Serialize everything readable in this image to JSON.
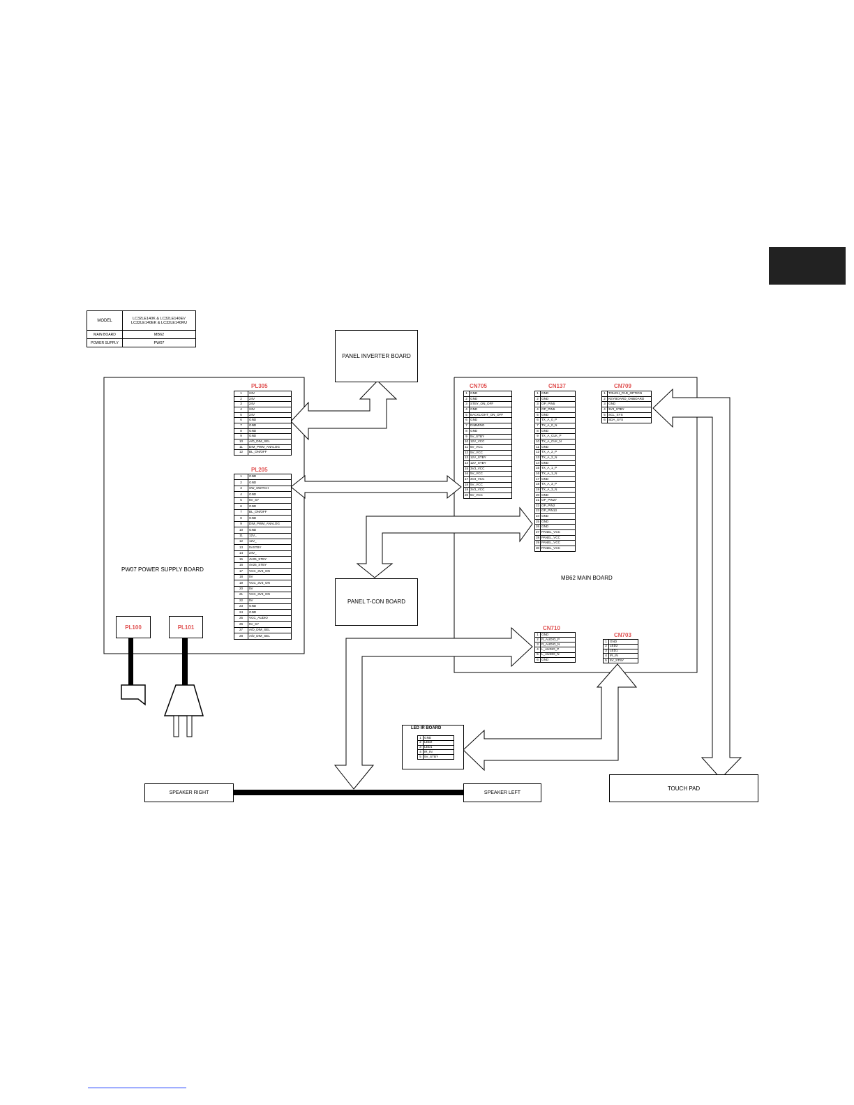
{
  "model_table": {
    "model_label": "MODEL",
    "model_value_1": "LC32LE140K & LC32LE140EV",
    "model_value_2": "LC32LE140EK & LC32LE140RU",
    "main_board_label": "MAIN BOARD",
    "main_board_value": "MB62",
    "power_supply_label": "POWER SUPPLY",
    "power_supply_value": "PW07"
  },
  "boards": {
    "panel_inverter": "PANEL INVERTER BOARD",
    "power_supply": "PW07 POWER SUPPLY BOARD",
    "main_board": "MB62 MAIN BOARD",
    "panel_tcon": "PANEL T-CON BOARD",
    "led_ir": "LED IR BOARD",
    "touch_pad": "TOUCH PAD",
    "speaker_right": "SPEAKER RIGHT",
    "speaker_left": "SPEAKER LEFT"
  },
  "plugs": {
    "pl100": "PL100",
    "pl101": "PL101"
  },
  "connectors": {
    "pl305": {
      "name": "PL305",
      "pins": [
        {
          "n": "1",
          "s": "24V"
        },
        {
          "n": "2",
          "s": "24V"
        },
        {
          "n": "3",
          "s": "24V"
        },
        {
          "n": "4",
          "s": "24V"
        },
        {
          "n": "5",
          "s": "24V"
        },
        {
          "n": "6",
          "s": "GND"
        },
        {
          "n": "7",
          "s": "GND"
        },
        {
          "n": "8",
          "s": "GND"
        },
        {
          "n": "9",
          "s": "GND"
        },
        {
          "n": "10",
          "s": "A/D_DIM_SEL"
        },
        {
          "n": "11",
          "s": "DIM_PWM_ANALOG"
        },
        {
          "n": "12",
          "s": "BL_ON/OFF"
        }
      ]
    },
    "pl205": {
      "name": "PL205",
      "pins": [
        {
          "n": "1",
          "s": "GND"
        },
        {
          "n": "2",
          "s": "GND"
        },
        {
          "n": "3",
          "s": "SW_SWITCH"
        },
        {
          "n": "4",
          "s": "GND"
        },
        {
          "n": "5",
          "s": "5V_SY"
        },
        {
          "n": "6",
          "s": "GND"
        },
        {
          "n": "7",
          "s": "BL_ON/OFF"
        },
        {
          "n": "8",
          "s": "GND"
        },
        {
          "n": "9",
          "s": "DIM_PWM_ANALOG"
        },
        {
          "n": "10",
          "s": "GND"
        },
        {
          "n": "11",
          "s": "12V_"
        },
        {
          "n": "12",
          "s": "12V_"
        },
        {
          "n": "13",
          "s": "5VSTBY"
        },
        {
          "n": "14",
          "s": "24V_"
        },
        {
          "n": "15",
          "s": "4V25_STBY"
        },
        {
          "n": "16",
          "s": "4V25_STBY"
        },
        {
          "n": "17",
          "s": "VCC_3V3_ON"
        },
        {
          "n": "18",
          "s": "5V"
        },
        {
          "n": "19",
          "s": "VCC_3V3_ON"
        },
        {
          "n": "20",
          "s": "5V"
        },
        {
          "n": "21",
          "s": "VCC_3V3_ON"
        },
        {
          "n": "22",
          "s": "5V"
        },
        {
          "n": "23",
          "s": "GND"
        },
        {
          "n": "24",
          "s": "GND"
        },
        {
          "n": "25",
          "s": "VCC_AUDIO"
        },
        {
          "n": "26",
          "s": "5V_SY"
        },
        {
          "n": "27",
          "s": "A/D_DIM_SEL"
        },
        {
          "n": "28",
          "s": "A/D_DIM_SEL"
        }
      ]
    },
    "cn705": {
      "name": "CN705",
      "pins": [
        {
          "n": "1",
          "s": "GND"
        },
        {
          "n": "2",
          "s": "GND"
        },
        {
          "n": "3",
          "s": "STBY_ON_OFF"
        },
        {
          "n": "4",
          "s": "GND"
        },
        {
          "n": "5",
          "s": "BACKLIGHT_ON_OFF"
        },
        {
          "n": "6",
          "s": "GND"
        },
        {
          "n": "7",
          "s": "DIMMING"
        },
        {
          "n": "8",
          "s": "GND"
        },
        {
          "n": "9",
          "s": "5V_STBY"
        },
        {
          "n": "10",
          "s": "12V_VCC"
        },
        {
          "n": "11",
          "s": "5V_VCC"
        },
        {
          "n": "12",
          "s": "5V_VCC"
        },
        {
          "n": "13",
          "s": "12V_STBY"
        },
        {
          "n": "14",
          "s": "12V_STBY"
        },
        {
          "n": "15",
          "s": "3V3_VCC"
        },
        {
          "n": "16",
          "s": "5V_VCC"
        },
        {
          "n": "17",
          "s": "3V3_VCC"
        },
        {
          "n": "18",
          "s": "5V_VCC"
        },
        {
          "n": "19",
          "s": "3V3_VCC"
        },
        {
          "n": "20",
          "s": "5V_VCC"
        }
      ]
    },
    "cn137": {
      "name": "CN137",
      "pins": [
        {
          "n": "1",
          "s": "GND"
        },
        {
          "n": "2",
          "s": "GND"
        },
        {
          "n": "3",
          "s": "OP_PIN5"
        },
        {
          "n": "4",
          "s": "OP_PIN5"
        },
        {
          "n": "5",
          "s": "GND"
        },
        {
          "n": "6",
          "s": "TX_A_0_P"
        },
        {
          "n": "7",
          "s": "TX_A_0_N"
        },
        {
          "n": "8",
          "s": "GND"
        },
        {
          "n": "9",
          "s": "TX_A_CLK_P"
        },
        {
          "n": "10",
          "s": "TX_A_CLK_N"
        },
        {
          "n": "11",
          "s": "GND"
        },
        {
          "n": "12",
          "s": "TX_A_2_P"
        },
        {
          "n": "13",
          "s": "TX_A_2_N"
        },
        {
          "n": "14",
          "s": "GND"
        },
        {
          "n": "15",
          "s": "TX_A_1_P"
        },
        {
          "n": "16",
          "s": "TX_A_1_N"
        },
        {
          "n": "17",
          "s": "GND"
        },
        {
          "n": "18",
          "s": "TX_A_3_P"
        },
        {
          "n": "19",
          "s": "TX_A_3_N"
        },
        {
          "n": "20",
          "s": "GND"
        },
        {
          "n": "21",
          "s": "OP_PIN27"
        },
        {
          "n": "22",
          "s": "OP_PIN2"
        },
        {
          "n": "23",
          "s": "OP_PIN13"
        },
        {
          "n": "24",
          "s": "GND"
        },
        {
          "n": "25",
          "s": "GND"
        },
        {
          "n": "26",
          "s": "GND"
        },
        {
          "n": "27",
          "s": "PANEL_VCC"
        },
        {
          "n": "28",
          "s": "PANEL_VCC"
        },
        {
          "n": "29",
          "s": "PANEL_VCC"
        },
        {
          "n": "30",
          "s": "PANEL_VCC"
        }
      ]
    },
    "cn709": {
      "name": "CN709",
      "pins": [
        {
          "n": "1",
          "s": "TOUCH_PAD_OPTION"
        },
        {
          "n": "2",
          "s": "KEYBOARD_ONBOARD"
        },
        {
          "n": "3",
          "s": "GND"
        },
        {
          "n": "4",
          "s": "3V3_STBY"
        },
        {
          "n": "5",
          "s": "SCL_SYS"
        },
        {
          "n": "6",
          "s": "SDA_SYS"
        }
      ]
    },
    "cn710": {
      "name": "CN710",
      "pins": [
        {
          "n": "1",
          "s": "GND"
        },
        {
          "n": "2",
          "s": "R_AUDIO_P"
        },
        {
          "n": "3",
          "s": "R_AUDIO_N"
        },
        {
          "n": "4",
          "s": "L_AUDIO_P"
        },
        {
          "n": "5",
          "s": "L_AUDIO_N"
        },
        {
          "n": "6",
          "s": "GND"
        }
      ]
    },
    "cn703": {
      "name": "CN703",
      "pins": [
        {
          "n": "1",
          "s": "GND"
        },
        {
          "n": "2",
          "s": "LED2"
        },
        {
          "n": "3",
          "s": "LED1"
        },
        {
          "n": "4",
          "s": "IR_IN"
        },
        {
          "n": "5",
          "s": "5V_STBY"
        }
      ]
    },
    "led_ir_conn": {
      "name": "",
      "pins": [
        {
          "n": "1",
          "s": "GND"
        },
        {
          "n": "2",
          "s": "LED2"
        },
        {
          "n": "3",
          "s": "LED1"
        },
        {
          "n": "4",
          "s": "IR_IN"
        },
        {
          "n": "5",
          "s": "5V_STBY"
        }
      ]
    }
  }
}
